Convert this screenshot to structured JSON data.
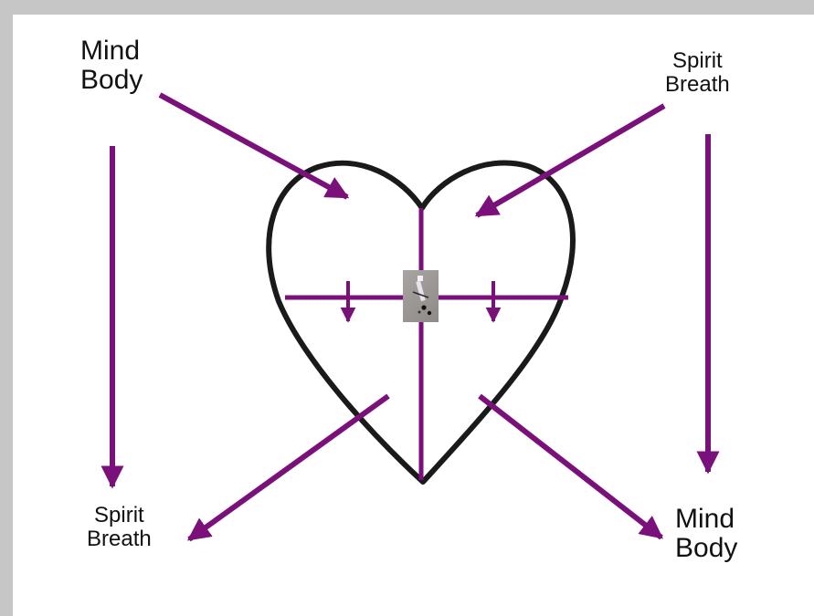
{
  "colors": {
    "arrow": "#7a107a",
    "heart_outline": "#1a1a1a",
    "frame": "#c6c6c6",
    "background": "#ffffff"
  },
  "labels": {
    "top_left": {
      "line1": "Mind",
      "line2": "Body"
    },
    "top_right": {
      "line1": "Spirit",
      "line2": "Breath"
    },
    "bottom_left": {
      "line1": "Spirit",
      "line2": "Breath"
    },
    "bottom_right": {
      "line1": "Mind",
      "line2": "Body"
    }
  }
}
